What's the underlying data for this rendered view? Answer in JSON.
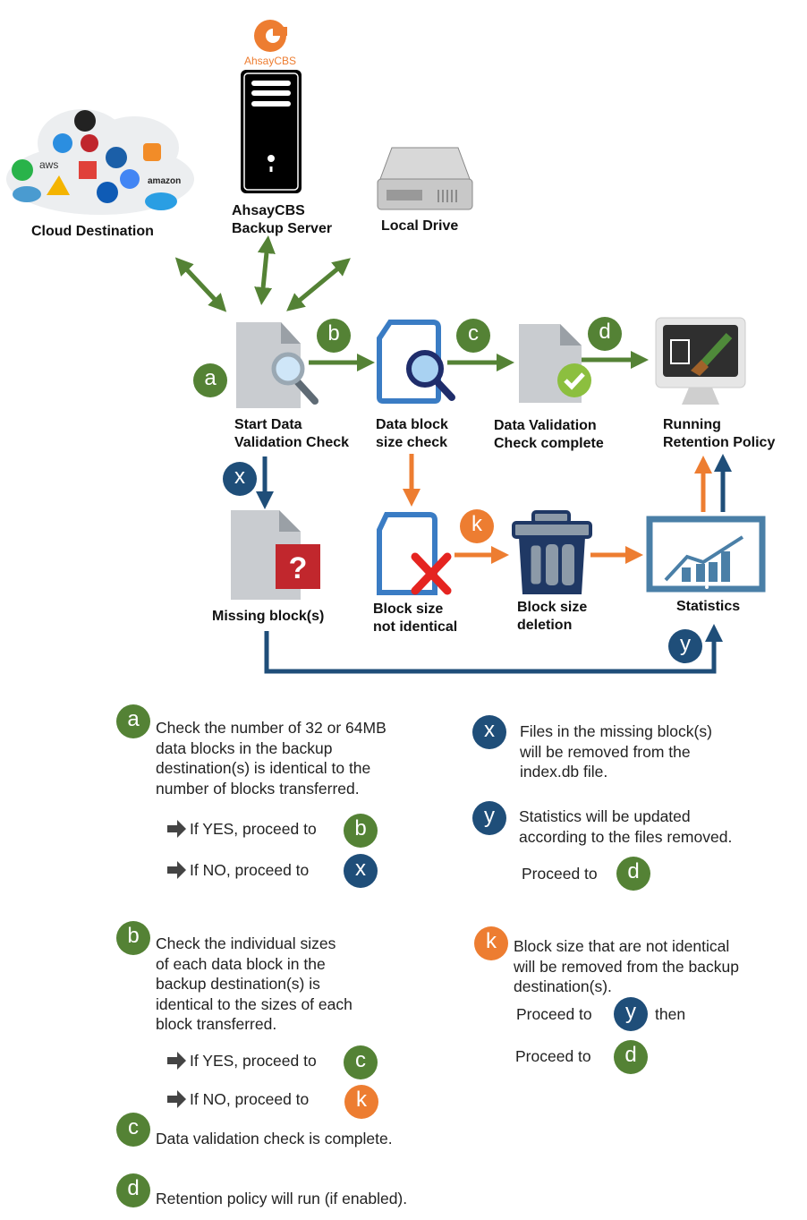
{
  "colors": {
    "green": "#548235",
    "navy": "#1f4e79",
    "orange": "#ed7d31"
  },
  "logo": "AhsayCBS",
  "nodes": {
    "cloud": "Cloud Destination",
    "server": [
      "AhsayCBS",
      "Backup Server"
    ],
    "local": "Local Drive",
    "start": [
      "Start Data",
      "Validation  Check"
    ],
    "sizecheck": [
      "Data block",
      "size check"
    ],
    "complete": [
      "Data Validation",
      "Check complete"
    ],
    "retention": [
      "Running",
      "Retention Policy"
    ],
    "missing": "Missing  block(s)",
    "notidentical": [
      "Block size",
      "not identical"
    ],
    "deletion": [
      "Block size",
      "deletion"
    ],
    "stats": "Statistics"
  },
  "badges": {
    "a": "a",
    "b": "b",
    "c": "c",
    "d": "d",
    "x": "x",
    "y": "y",
    "k": "k"
  },
  "legend": {
    "a": {
      "lines": [
        "Check the number of 32 or 64MB",
        "data blocks in the backup",
        "destination(s) is identical to the",
        "number of blocks transferred."
      ],
      "yes": "If YES, proceed to",
      "no": "If NO, proceed to"
    },
    "b": {
      "lines": [
        "Check the individual sizes",
        "of each data block in the",
        "backup destination(s) is",
        "identical to the sizes of each",
        "block transferred."
      ],
      "yes": "If YES, proceed to",
      "no": "If NO, proceed to"
    },
    "c": "Data validation check is complete.",
    "d": "Retention policy will run (if enabled).",
    "x": [
      "Files in the missing block(s)",
      "will be removed from the",
      "index.db file."
    ],
    "y": {
      "lines": [
        "Statistics will be updated",
        "according to the files removed."
      ],
      "proceed": "Proceed to"
    },
    "k": {
      "lines": [
        "Block size that are not identical",
        "will be removed from the backup",
        "destination(s)."
      ],
      "proceed1": "Proceed to",
      "then": "then",
      "proceed2": "Proceed to"
    }
  }
}
